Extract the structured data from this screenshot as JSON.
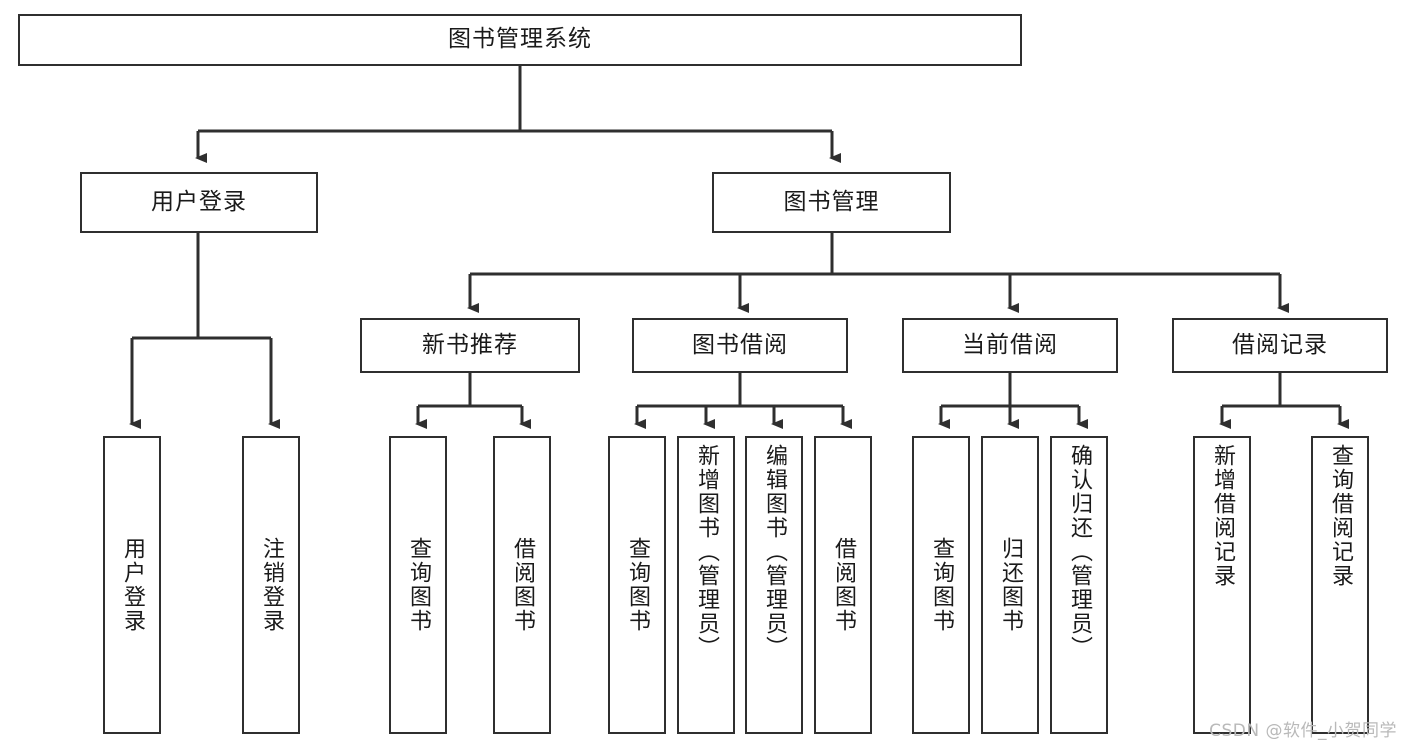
{
  "diagram": {
    "title": "图书管理系统",
    "type": "tree",
    "root": {
      "id": "root",
      "label": "图书管理系统",
      "orientation": "horizontal"
    },
    "level1": [
      {
        "id": "user-login",
        "label": "用户登录",
        "orientation": "horizontal"
      },
      {
        "id": "book-manage",
        "label": "图书管理",
        "orientation": "horizontal"
      }
    ],
    "level2": [
      {
        "id": "new-book-recommend",
        "label": "新书推荐",
        "parent": "book-manage",
        "orientation": "horizontal"
      },
      {
        "id": "book-borrow",
        "label": "图书借阅",
        "parent": "book-manage",
        "orientation": "horizontal"
      },
      {
        "id": "current-borrow",
        "label": "当前借阅",
        "parent": "book-manage",
        "orientation": "horizontal"
      },
      {
        "id": "borrow-record",
        "label": "借阅记录",
        "parent": "book-manage",
        "orientation": "horizontal"
      }
    ],
    "leaves": [
      {
        "id": "leaf-user-login",
        "label": "用户登录",
        "parent": "user-login",
        "orientation": "vertical"
      },
      {
        "id": "leaf-logout",
        "label": "注销登录",
        "parent": "user-login",
        "orientation": "vertical"
      },
      {
        "id": "leaf-query-book-1",
        "label": "查询图书",
        "parent": "new-book-recommend",
        "orientation": "vertical"
      },
      {
        "id": "leaf-borrow-book-1",
        "label": "借阅图书",
        "parent": "new-book-recommend",
        "orientation": "vertical"
      },
      {
        "id": "leaf-query-book-2",
        "label": "查询图书",
        "parent": "book-borrow",
        "orientation": "vertical"
      },
      {
        "id": "leaf-add-book",
        "label": "新增图书（管理员）",
        "parent": "book-borrow",
        "orientation": "vertical"
      },
      {
        "id": "leaf-edit-book",
        "label": "编辑图书（管理员）",
        "parent": "book-borrow",
        "orientation": "vertical"
      },
      {
        "id": "leaf-borrow-book-2",
        "label": "借阅图书",
        "parent": "book-borrow",
        "orientation": "vertical"
      },
      {
        "id": "leaf-query-book-3",
        "label": "查询图书",
        "parent": "current-borrow",
        "orientation": "vertical"
      },
      {
        "id": "leaf-return-book",
        "label": "归还图书",
        "parent": "current-borrow",
        "orientation": "vertical"
      },
      {
        "id": "leaf-confirm-return",
        "label": "确认归还（管理员）",
        "parent": "current-borrow",
        "orientation": "vertical"
      },
      {
        "id": "leaf-add-record",
        "label": "新增借阅记录",
        "parent": "borrow-record",
        "orientation": "vertical"
      },
      {
        "id": "leaf-query-record",
        "label": "查询借阅记录",
        "parent": "borrow-record",
        "orientation": "vertical"
      }
    ],
    "watermark": "CSDN @软件_小贺同学",
    "colors": {
      "line": "#2f2f2f",
      "box_border": "#2f2f2f",
      "box_fill": "#ffffff",
      "text": "#1a1a1a",
      "watermark": "#b9b9b9"
    }
  }
}
